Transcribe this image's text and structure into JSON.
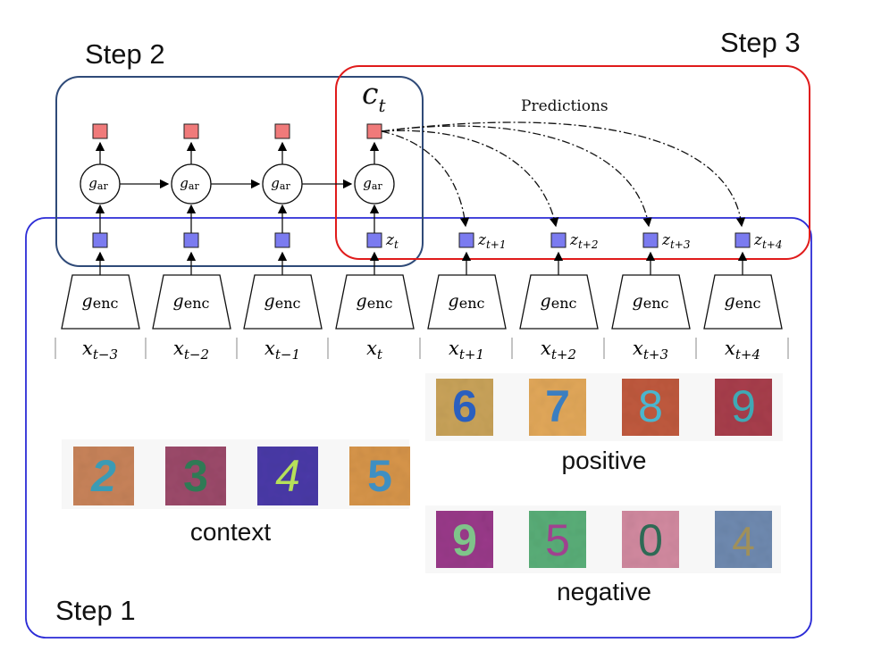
{
  "steps": {
    "step1": "Step 1",
    "step2": "Step 2",
    "step3": "Step 3"
  },
  "context_vector": {
    "base": "c",
    "sub": "t"
  },
  "predictions_label": "Predictions",
  "ar_label": {
    "base": "g",
    "sub": "ar"
  },
  "enc_label": {
    "base": "g",
    "sub": "enc"
  },
  "z_labels": [
    {
      "base": "z",
      "sub": "t"
    },
    {
      "base": "z",
      "sub": "t+1"
    },
    {
      "base": "z",
      "sub": "t+2"
    },
    {
      "base": "z",
      "sub": "t+3"
    },
    {
      "base": "z",
      "sub": "t+4"
    }
  ],
  "x_labels": [
    {
      "base": "x",
      "sub": "t−3"
    },
    {
      "base": "x",
      "sub": "t−2"
    },
    {
      "base": "x",
      "sub": "t−1"
    },
    {
      "base": "x",
      "sub": "t"
    },
    {
      "base": "x",
      "sub": "t+1"
    },
    {
      "base": "x",
      "sub": "t+2"
    },
    {
      "base": "x",
      "sub": "t+3"
    },
    {
      "base": "x",
      "sub": "t+4"
    }
  ],
  "context_digits": [
    "2",
    "3",
    "4",
    "5"
  ],
  "positive_digits": [
    "6",
    "7",
    "8",
    "9"
  ],
  "negative_digits": [
    "9",
    "5",
    "0",
    "4"
  ],
  "group_labels": {
    "context": "context",
    "positive": "positive",
    "negative": "negative"
  },
  "colors": {
    "step1_box": "#2b2bd6",
    "step2_box": "#2f4a78",
    "step3_box": "#e01b1b",
    "z_node": "#7b7bf0",
    "c_node": "#f07a7a"
  }
}
